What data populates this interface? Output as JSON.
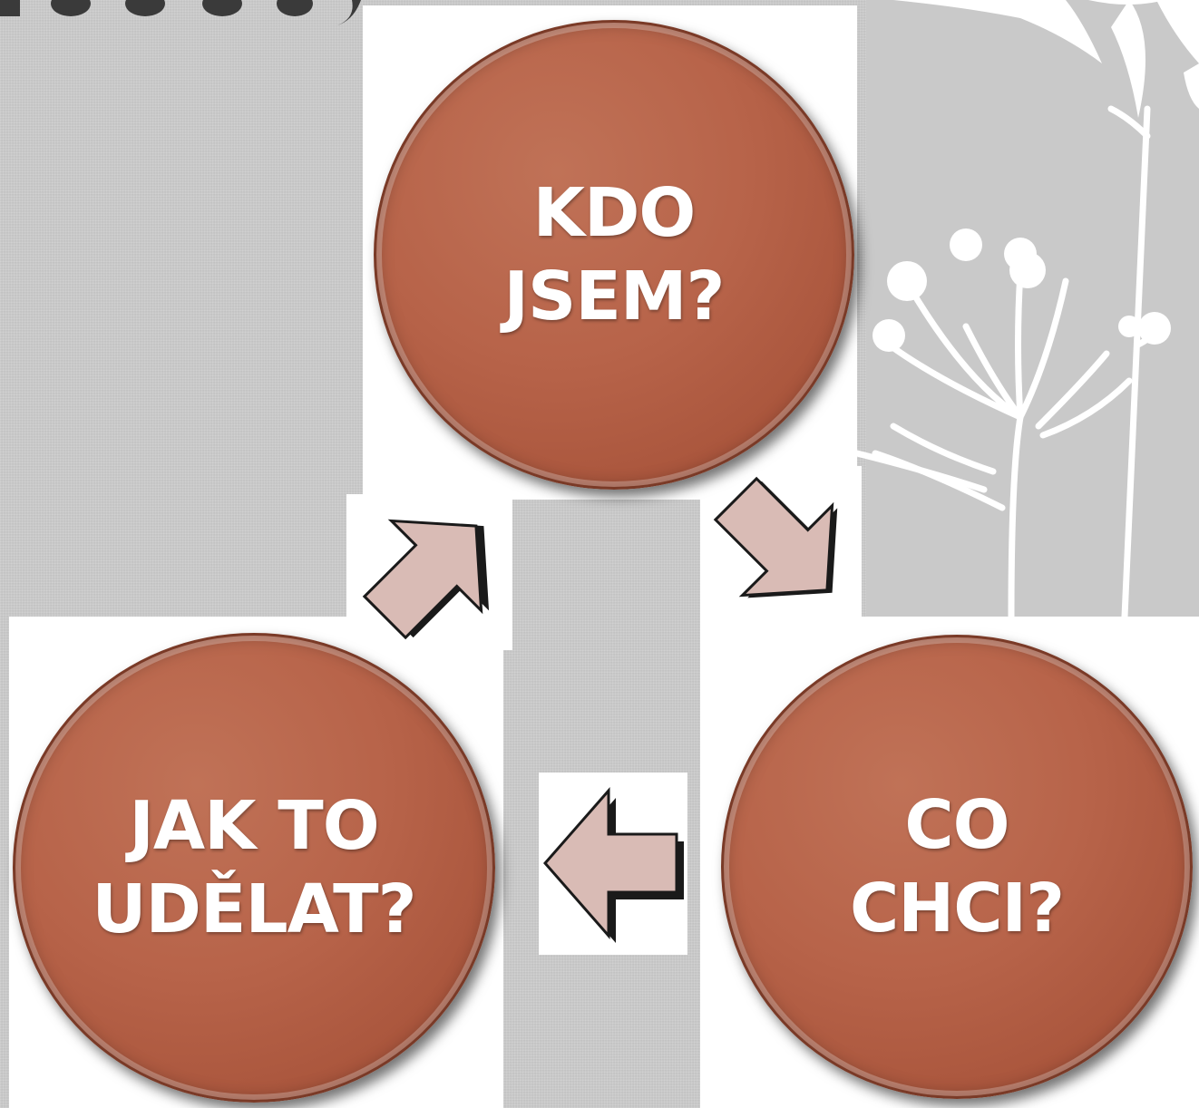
{
  "diagram": {
    "nodes": [
      {
        "id": "who",
        "label": "KDO\nJSEM?"
      },
      {
        "id": "what",
        "label": "CO\nCHCI?"
      },
      {
        "id": "how",
        "label": "JAK TO\nUDĚLAT?"
      }
    ],
    "edges": [
      {
        "from": "who",
        "to": "what"
      },
      {
        "from": "what",
        "to": "how"
      },
      {
        "from": "how",
        "to": "who"
      }
    ]
  },
  "colors": {
    "circle_fill": "#b76349",
    "arrow_fill": "#d9bbb5",
    "arrow_outline": "#1a1a1a",
    "background": "#c9c9c9"
  }
}
